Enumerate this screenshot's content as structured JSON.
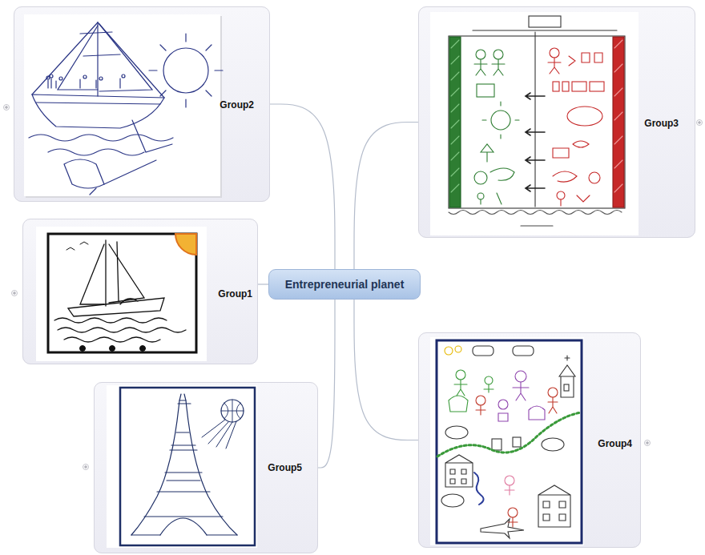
{
  "diagram": {
    "nodes": [
      {
        "text": [
          "Entrepreneurial planet"
        ]
      },
      {
        "text": [
          "Group2"
        ]
      },
      {
        "text": [
          "Group3"
        ]
      },
      {
        "text": [
          "Group1"
        ]
      },
      {
        "text": [
          "Group5"
        ]
      },
      {
        "text": [
          "Group4"
        ]
      }
    ],
    "edges": [
      {
        "from": 0,
        "to": 1,
        "arrow": "none"
      },
      {
        "from": 0,
        "to": 2,
        "arrow": "none"
      },
      {
        "from": 0,
        "to": 3,
        "arrow": "none"
      },
      {
        "from": 0,
        "to": 4,
        "arrow": "none"
      },
      {
        "from": 0,
        "to": 5,
        "arrow": "none"
      }
    ]
  }
}
